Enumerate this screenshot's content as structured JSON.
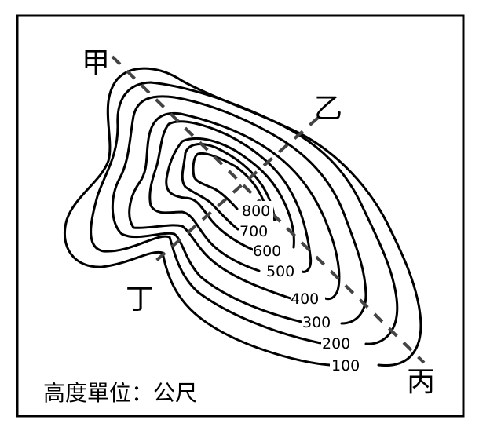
{
  "points": {
    "jia": "甲",
    "yi": "乙",
    "bing": "丙",
    "ding": "丁"
  },
  "contour_labels": [
    "100",
    "200",
    "300",
    "400",
    "500",
    "600",
    "700",
    "800"
  ],
  "caption": "高度單位：公尺"
}
